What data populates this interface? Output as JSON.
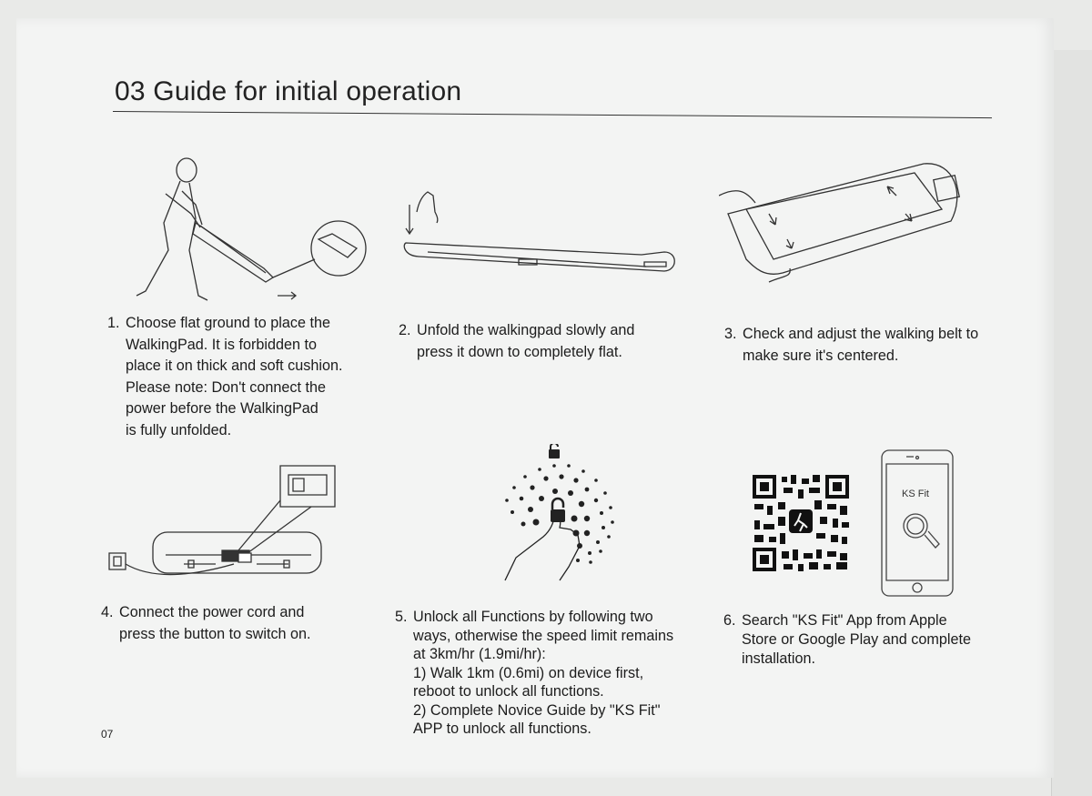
{
  "section_title": "03 Guide for initial operation",
  "page_number": "07",
  "steps": [
    {
      "number": "1.",
      "text": "Choose flat ground to place the\nWalkingPad. It is forbidden to\nplace it on thick and soft cushion.\nPlease note: Don't connect the\npower before the WalkingPad\n is fully unfolded."
    },
    {
      "number": "2.",
      "text": "Unfold the walkingpad slowly and\npress it down to completely flat."
    },
    {
      "number": "3.",
      "text": "Check and adjust the walking belt to\nmake sure it's centered."
    },
    {
      "number": "4.",
      "text": "Connect the power cord and\npress the button to switch on."
    },
    {
      "number": "5.",
      "text": "Unlock all Functions by following two\nways, otherwise the speed limit remains\nat 3km/hr (1.9mi/hr):\n1) Walk 1km (0.6mi) on device first,\nreboot to unlock all functions.\n2) Complete Novice Guide by \"KS Fit\"\nAPP to unlock all functions."
    },
    {
      "number": "6.",
      "text": "Search \"KS Fit\" App from Apple\nStore or Google Play and complete\ninstallation."
    }
  ],
  "illustrations": {
    "phone_app_label": "KS Fit",
    "icons": [
      "person-unfolding-icon",
      "press-down-icon",
      "belt-adjust-icon",
      "power-connect-icon",
      "unlock-icon",
      "qr-code-icon",
      "phone-search-icon"
    ]
  }
}
